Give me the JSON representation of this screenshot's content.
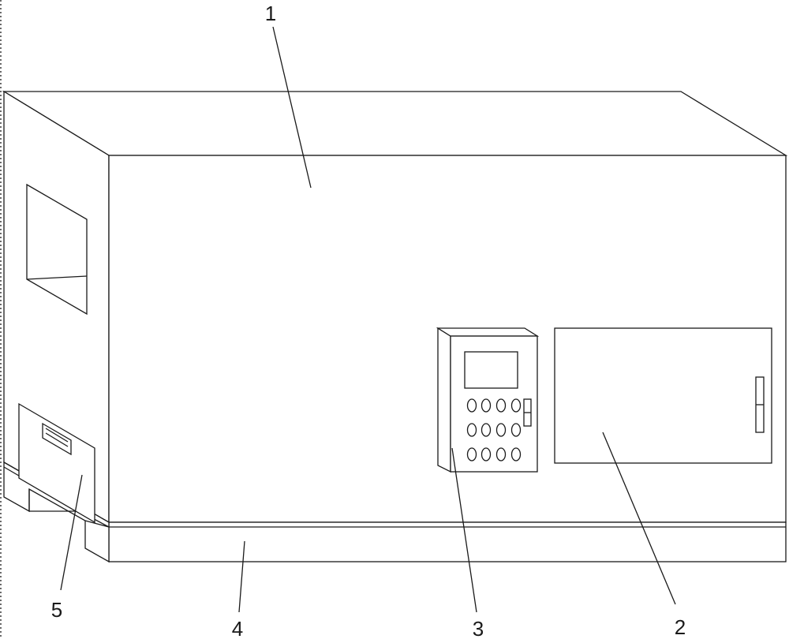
{
  "diagram": {
    "callouts": [
      {
        "id": "main-cabinet",
        "label": "1"
      },
      {
        "id": "access-door",
        "label": "2"
      },
      {
        "id": "control-panel",
        "label": "3"
      },
      {
        "id": "base-frame",
        "label": "4"
      },
      {
        "id": "side-drawer",
        "label": "5"
      }
    ]
  }
}
